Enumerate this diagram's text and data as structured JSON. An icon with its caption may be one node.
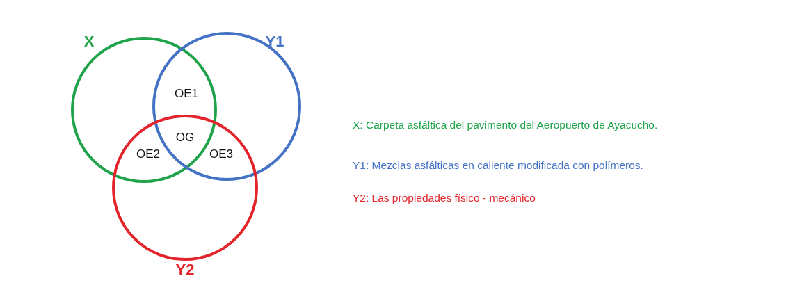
{
  "diagram": {
    "nodes": [
      {
        "text": [
          "X"
        ]
      },
      {
        "text": [
          "Y1"
        ]
      },
      {
        "text": [
          "Y2"
        ]
      }
    ],
    "labels": [
      "OE1",
      "OG",
      "OE2",
      "OE3",
      "X: Carpeta asfáltica del pavimento del Aeropuerto de Ayacucho.",
      "Y1: Mezclas asfálticas en caliente modificada con polímeros.",
      "Y2: Las propiedades físico - mecánico"
    ]
  }
}
